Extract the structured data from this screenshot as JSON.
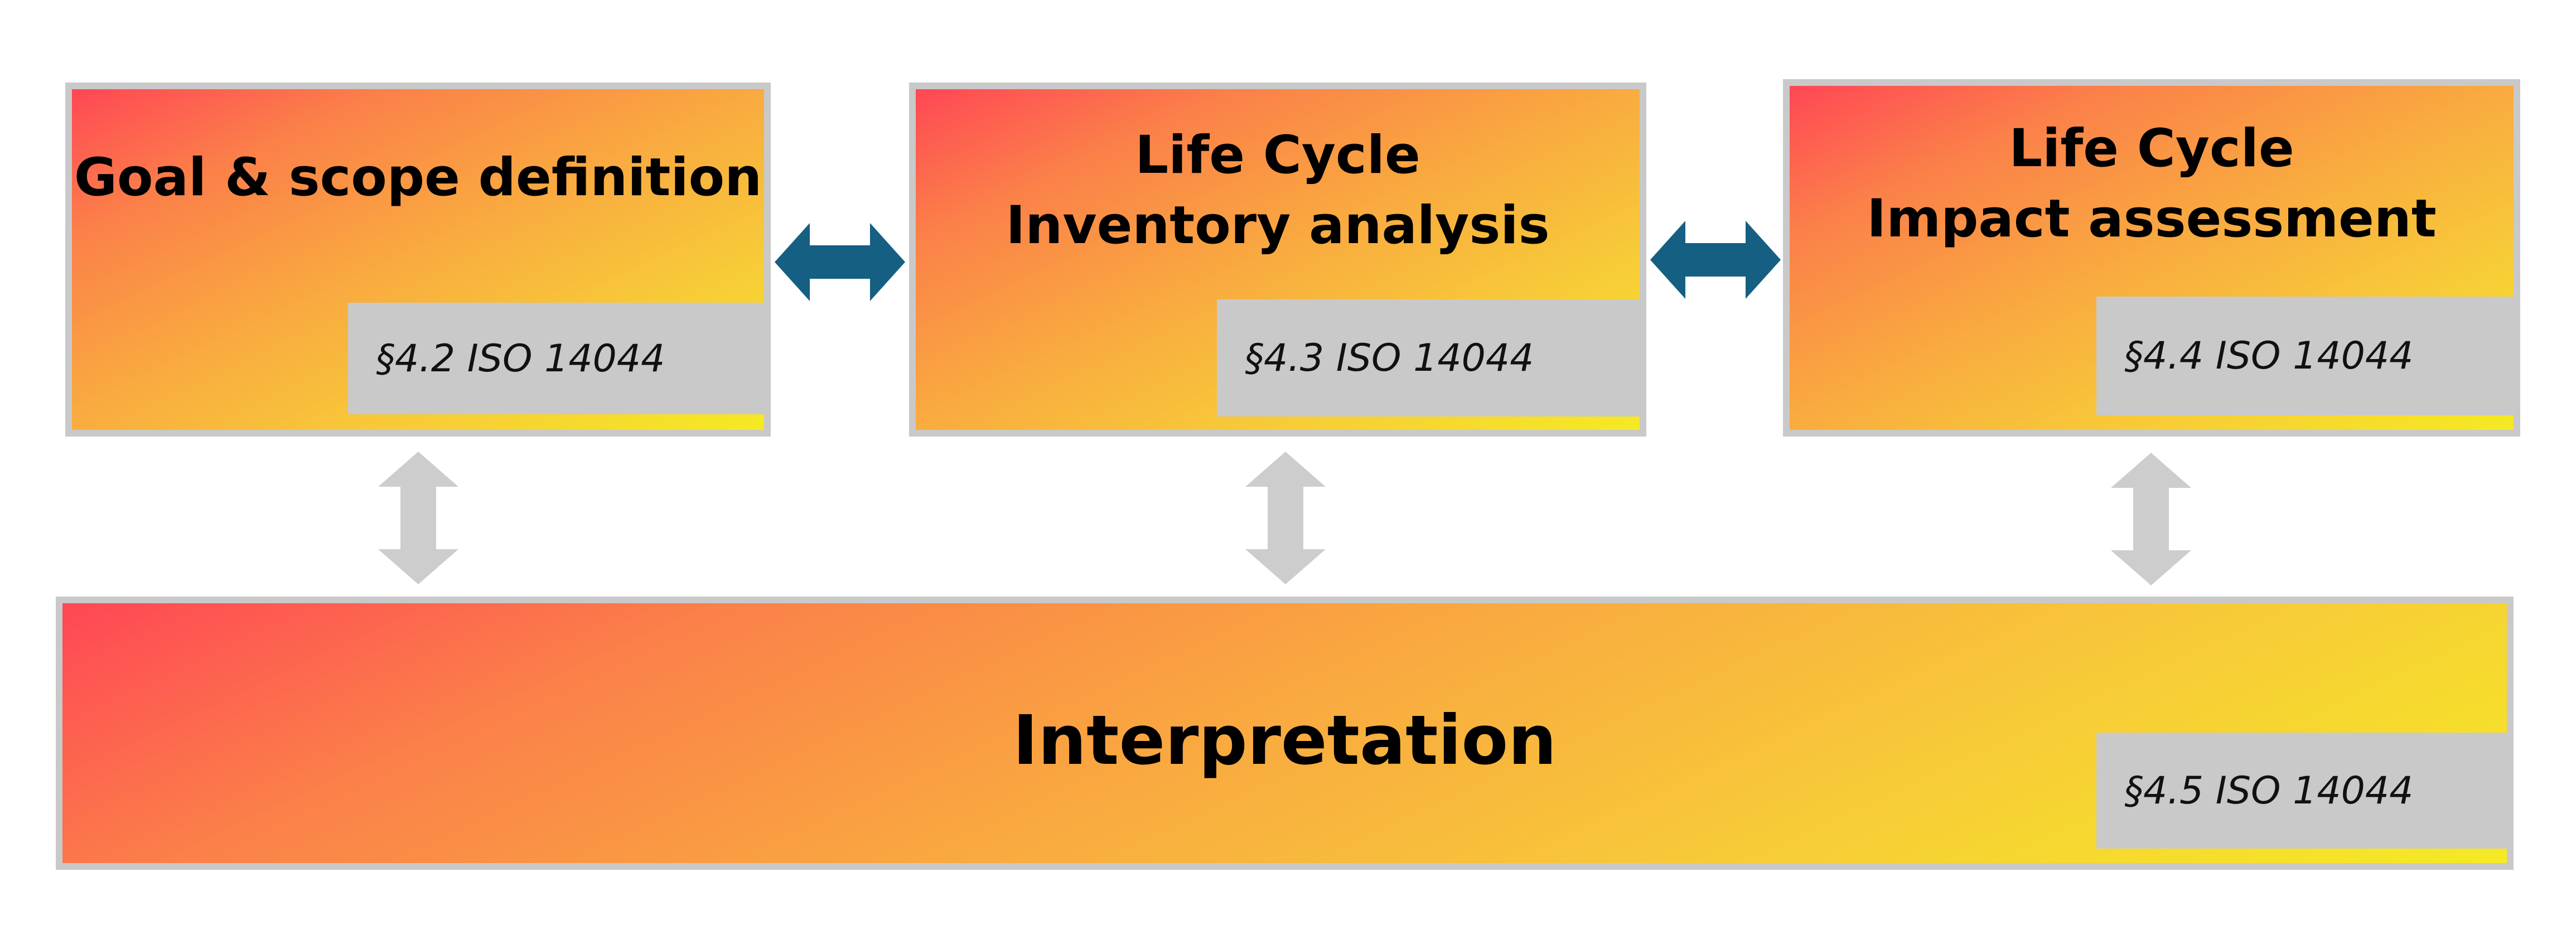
{
  "colors": {
    "border": "#c9c9c9",
    "reference_label_background": "#c9c9c9",
    "horizontal_arrow": "#155f83",
    "vertical_arrow": "#cdcdcd",
    "gradient_start": "#ff4755",
    "gradient_end": "#f5ea23"
  },
  "phases": {
    "goal_scope": {
      "title": "Goal & scope definition",
      "reference": "§4.2 ISO 14044"
    },
    "inventory": {
      "title": "Life Cycle\nInventory analysis",
      "reference": "§4.3 ISO 14044"
    },
    "impact": {
      "title": "Life Cycle\nImpact assessment",
      "reference": "§4.4 ISO 14044"
    },
    "interpretation": {
      "title": "Interpretation",
      "reference": "§4.5 ISO 14044"
    }
  },
  "connectors": {
    "horizontal": [
      "double-arrow-icon",
      "double-arrow-icon"
    ],
    "vertical": [
      "double-arrow-icon",
      "double-arrow-icon",
      "double-arrow-icon"
    ]
  }
}
